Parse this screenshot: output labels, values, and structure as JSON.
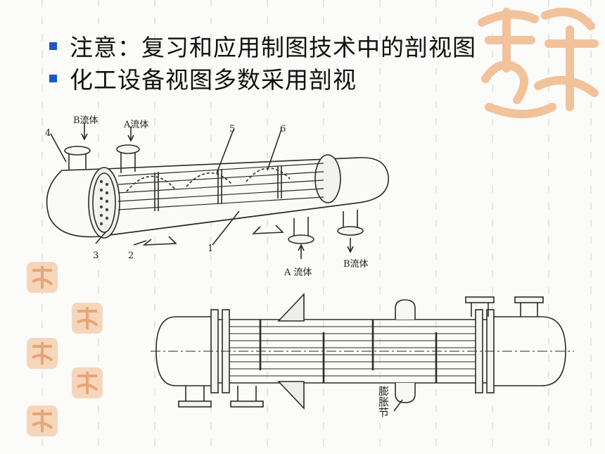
{
  "bullets": [
    "注意：复习和应用制图技术中的剖视图",
    "化工设备视图多数采用剖视"
  ],
  "figure_top": {
    "label_b_in": "B流体",
    "label_a_in": "A流体",
    "label_a_out": "A 流体",
    "label_b_out": "B流体",
    "n1": "1",
    "n2": "2",
    "n3": "3",
    "n4": "4",
    "n5": "5",
    "n6": "6"
  },
  "figure_bottom": {
    "expansion_joint": "膨胀节"
  },
  "colors": {
    "bullet": "#1f57c5",
    "stamp": "#f2c29b",
    "line": "#2a2a2a"
  },
  "icons": [
    "square-bullet-icon",
    "auspicious-seal-icon"
  ]
}
